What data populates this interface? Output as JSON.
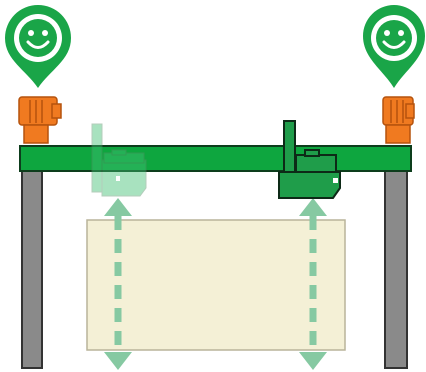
{
  "colors": {
    "beam": "#0ea63f",
    "beam_stroke": "#0d3d1c",
    "pin": "#1aa548",
    "motor": "#f07a20",
    "motor_dark": "#b5530d",
    "post": "#8a8a8a",
    "post_stroke": "#333333",
    "panel": "#f4f0d6",
    "panel_stroke": "#b9b49a",
    "arrow": "#86c9a2",
    "ghost_head": "#9edbb5",
    "active_head": "#1f9d4a"
  },
  "icons": {
    "left_status": "smiley-pin-icon",
    "right_status": "smiley-pin-icon",
    "left_motor": "motor-icon",
    "right_motor": "motor-icon"
  },
  "carriages": [
    {
      "name": "ghost-carriage",
      "state": "previous-position"
    },
    {
      "name": "active-carriage",
      "state": "current-position"
    }
  ]
}
